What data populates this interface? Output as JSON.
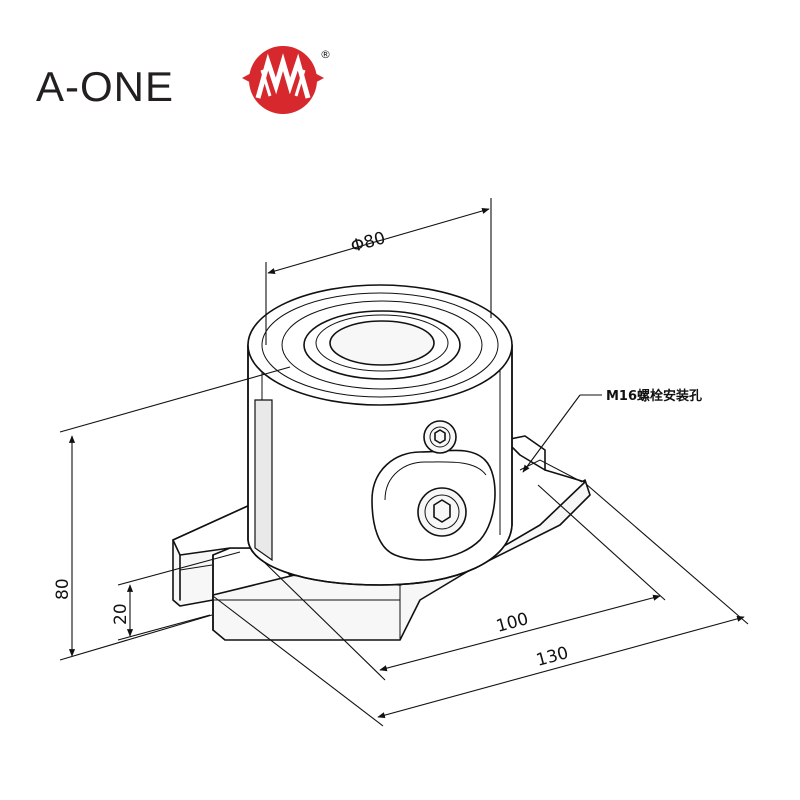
{
  "brand": {
    "name": "A-ONE",
    "registered_mark": "®",
    "logo_color": "#d6282d"
  },
  "drawing": {
    "dimensions": {
      "diameter": "Φ80",
      "height": "80",
      "base_height": "20",
      "slot_length": "100",
      "overall_length": "130"
    },
    "callout": "M16螺栓安装孔"
  }
}
